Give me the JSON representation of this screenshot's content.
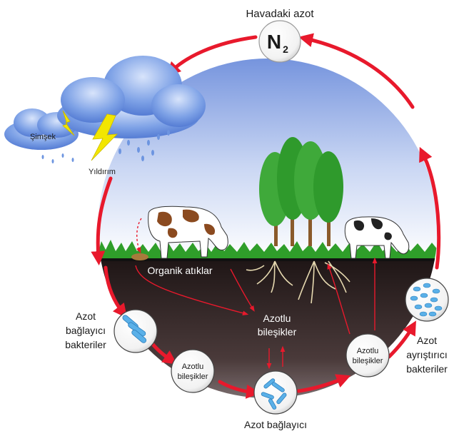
{
  "labels": {
    "atmosphere": "Havadaki azot",
    "n2_main": "N",
    "n2_sub": "2",
    "lightning_small": "Şimşek",
    "lightning_big": "Yıldırım",
    "organic_waste": "Organik atıklar",
    "nitrogen_compounds_center_1": "Azotlu",
    "nitrogen_compounds_center_2": "bileşikler",
    "fixing_bacteria_1": "Azot",
    "fixing_bacteria_2": "bağlayıcı",
    "fixing_bacteria_3": "bakteriler",
    "compounds_left_1": "Azotlu",
    "compounds_left_2": "bileşikler",
    "fixer_bottom": "Azot bağlayıcı",
    "compounds_right_1": "Azotlu",
    "compounds_right_2": "bileşikler",
    "decomposer_1": "Azot",
    "decomposer_2": "ayrıştırıcı",
    "decomposer_3": "bakteriler"
  },
  "colors": {
    "cycle_arrow": "#e8192c",
    "sky_top": "#7f9ee0",
    "soil_dark": "#2e2222",
    "grass": "#2f9e2a",
    "tree": "#3aa336",
    "lightning": "#f2e600",
    "bacteria": "#5ab0e8"
  }
}
